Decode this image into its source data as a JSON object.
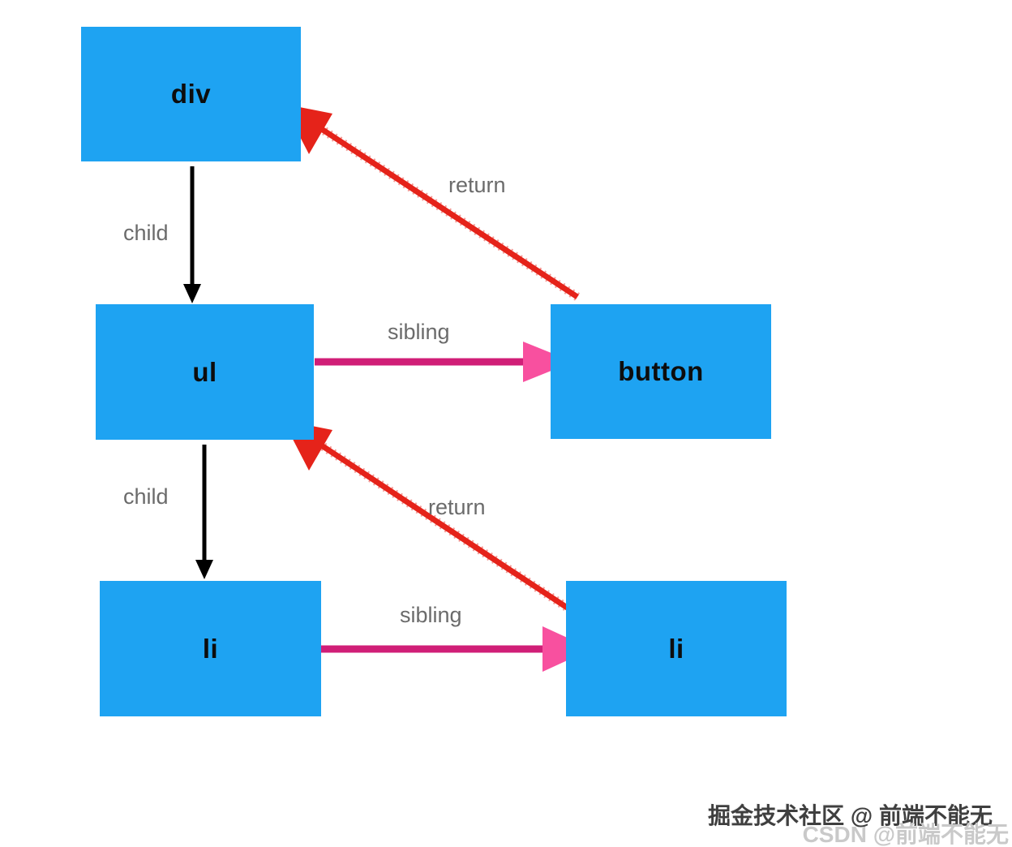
{
  "diagram": {
    "title_implicit": "DOM traversal diagram",
    "nodes": [
      {
        "id": "div",
        "label": "div"
      },
      {
        "id": "ul",
        "label": "ul"
      },
      {
        "id": "button",
        "label": "button"
      },
      {
        "id": "li-left",
        "label": "li"
      },
      {
        "id": "li-right",
        "label": "li"
      }
    ],
    "edges": [
      {
        "from": "div",
        "to": "ul",
        "label": "child",
        "type": "child"
      },
      {
        "from": "ul",
        "to": "button",
        "label": "sibling",
        "type": "sibling"
      },
      {
        "from": "button",
        "to": "div",
        "label": "return",
        "type": "return"
      },
      {
        "from": "ul",
        "to": "li-left",
        "label": "child",
        "type": "child"
      },
      {
        "from": "li-left",
        "to": "li-right",
        "label": "sibling",
        "type": "sibling"
      },
      {
        "from": "li-right",
        "to": "ul",
        "label": "return",
        "type": "return"
      }
    ],
    "colors": {
      "node_fill": "#1ea3f2",
      "node_text": "#0d0d0d",
      "edge_label": "#6b6b6b",
      "child_arrow": "#000000",
      "sibling_line": "#d01e77",
      "sibling_head": "#f8509f",
      "return_arrow": "#e5231a",
      "watermark_dark": "#3f3f3f",
      "watermark_light": "#c9c9c9"
    }
  },
  "watermark": {
    "line1": "掘金技术社区 @ 前端不能无",
    "line2": "CSDN @前端不能无"
  }
}
